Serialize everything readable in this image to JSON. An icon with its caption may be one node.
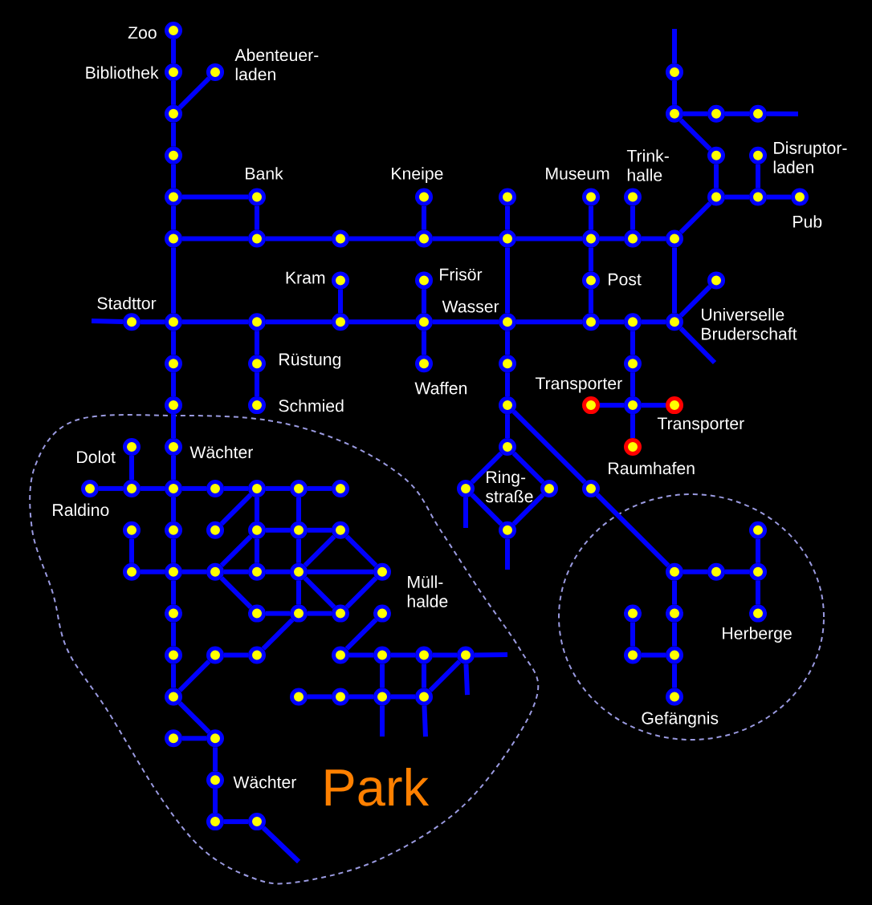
{
  "diagram": {
    "nodes": [
      {
        "text": [],
        "shape": "circle",
        "beside": [
          "Zoo"
        ]
      },
      {
        "text": [],
        "shape": "circle",
        "beside": [
          "Bibliothek"
        ]
      },
      {
        "text": [],
        "shape": "circle",
        "beside": [
          "Abenteuer- laden"
        ]
      },
      {
        "text": [],
        "shape": "circle"
      },
      {
        "text": [],
        "shape": "circle"
      },
      {
        "text": [],
        "shape": "circle"
      },
      {
        "text": [],
        "shape": "circle"
      },
      {
        "text": [],
        "shape": "circle"
      },
      {
        "text": [],
        "shape": "circle"
      },
      {
        "text": [],
        "shape": "circle"
      },
      {
        "text": [],
        "shape": "circle",
        "beside": [
          "Disruptor- laden"
        ]
      },
      {
        "text": [],
        "shape": "circle"
      },
      {
        "text": [],
        "shape": "circle",
        "beside": [
          "Bank"
        ]
      },
      {
        "text": [],
        "shape": "circle",
        "beside": [
          "Kneipe"
        ]
      },
      {
        "text": [],
        "shape": "circle"
      },
      {
        "text": [],
        "shape": "circle",
        "beside": [
          "Museum"
        ]
      },
      {
        "text": [],
        "shape": "circle",
        "beside": [
          "Trink- halle"
        ]
      },
      {
        "text": [],
        "shape": "circle"
      },
      {
        "text": [],
        "shape": "circle"
      },
      {
        "text": [],
        "shape": "circle",
        "beside": [
          "Pub"
        ]
      },
      {
        "text": [],
        "shape": "circle"
      },
      {
        "text": [],
        "shape": "circle"
      },
      {
        "text": [],
        "shape": "circle"
      },
      {
        "text": [],
        "shape": "circle"
      },
      {
        "text": [],
        "shape": "circle"
      },
      {
        "text": [],
        "shape": "circle"
      },
      {
        "text": [],
        "shape": "circle"
      },
      {
        "text": [],
        "shape": "circle"
      },
      {
        "text": [],
        "shape": "circle",
        "beside": [
          "Kram"
        ]
      },
      {
        "text": [],
        "shape": "circle",
        "beside": [
          "Frisör"
        ]
      },
      {
        "text": [],
        "shape": "circle",
        "beside": [
          "Post"
        ]
      },
      {
        "text": [],
        "shape": "circle",
        "beside": [
          "Universelle Bruderschaft"
        ]
      },
      {
        "text": [],
        "shape": "circle",
        "beside": [
          "Stadttor"
        ]
      },
      {
        "text": [],
        "shape": "circle"
      },
      {
        "text": [],
        "shape": "circle"
      },
      {
        "text": [],
        "shape": "circle"
      },
      {
        "text": [],
        "shape": "circle"
      },
      {
        "text": [],
        "shape": "circle",
        "beside": [
          "Wasser"
        ]
      },
      {
        "text": [],
        "shape": "circle"
      },
      {
        "text": [],
        "shape": "circle"
      },
      {
        "text": [],
        "shape": "circle"
      },
      {
        "text": [],
        "shape": "circle"
      },
      {
        "text": [],
        "shape": "circle",
        "beside": [
          "Rüstung"
        ]
      },
      {
        "text": [],
        "shape": "circle",
        "beside": [
          "Waffen"
        ]
      },
      {
        "text": [],
        "shape": "circle"
      },
      {
        "text": [],
        "shape": "circle"
      },
      {
        "text": [],
        "shape": "circle"
      },
      {
        "text": [],
        "shape": "circle",
        "beside": [
          "Schmied"
        ]
      },
      {
        "text": [],
        "shape": "circle"
      },
      {
        "text": [],
        "shape": "circle",
        "beside": [
          "Transporter"
        ]
      },
      {
        "text": [],
        "shape": "circle"
      },
      {
        "text": [],
        "shape": "circle",
        "beside": [
          "Transporter"
        ]
      },
      {
        "text": [
          "Park"
        ]
      },
      {
        "text": [],
        "shape": "circle",
        "beside": [
          "Dolot"
        ],
        "in": 52
      },
      {
        "text": [],
        "shape": "circle",
        "beside": [
          "Wächter"
        ],
        "in": 52
      },
      {
        "text": [],
        "shape": "circle"
      },
      {
        "text": [],
        "shape": "circle",
        "beside": [
          "Raumhafen"
        ]
      },
      {
        "text": [],
        "shape": "circle",
        "beside": [
          "Raldino"
        ],
        "in": 52
      },
      {
        "text": [],
        "shape": "circle",
        "in": 52
      },
      {
        "text": [],
        "shape": "circle",
        "in": 52
      },
      {
        "text": [],
        "shape": "circle",
        "in": 52
      },
      {
        "text": [],
        "shape": "circle",
        "in": 52
      },
      {
        "text": [],
        "shape": "circle",
        "in": 52
      },
      {
        "text": [],
        "shape": "circle",
        "in": 52
      },
      {
        "text": [],
        "shape": "circle"
      },
      {
        "text": [],
        "shape": "circle"
      },
      {
        "text": [],
        "shape": "circle"
      },
      {
        "text": [],
        "shape": "circle"
      },
      {
        "text": [],
        "shape": "circle",
        "in": 52
      },
      {
        "text": [],
        "shape": "circle",
        "in": 52
      },
      {
        "text": [],
        "shape": "circle",
        "in": 52
      },
      {
        "text": [],
        "shape": "circle",
        "in": 52
      },
      {
        "text": [],
        "shape": "circle",
        "in": 52
      },
      {
        "text": [],
        "shape": "circle",
        "in": 52
      },
      {
        "text": [],
        "shape": "circle"
      },
      {
        "text": [],
        "shape": "circle",
        "in": 67
      },
      {
        "text": [],
        "shape": "circle",
        "in": 52
      },
      {
        "text": [],
        "shape": "circle",
        "in": 52
      },
      {
        "text": [],
        "shape": "circle",
        "in": 52
      },
      {
        "text": [],
        "shape": "circle",
        "in": 52
      },
      {
        "text": [],
        "shape": "circle",
        "in": 52
      },
      {
        "text": [],
        "shape": "circle",
        "beside": [
          "Müll- halde"
        ],
        "in": 52
      },
      {
        "text": [],
        "shape": "circle",
        "in": 67
      },
      {
        "text": [],
        "shape": "circle",
        "in": 67
      },
      {
        "text": [],
        "shape": "circle",
        "in": 67
      },
      {
        "text": [],
        "shape": "circle",
        "in": 52
      },
      {
        "text": [],
        "shape": "circle",
        "in": 52
      },
      {
        "text": [],
        "shape": "circle",
        "in": 52
      },
      {
        "text": [],
        "shape": "circle",
        "in": 52
      },
      {
        "text": [],
        "shape": "circle",
        "in": 52
      },
      {
        "text": [],
        "shape": "circle",
        "in": 67
      },
      {
        "text": [],
        "shape": "circle",
        "in": 67
      },
      {
        "text": [],
        "shape": "circle",
        "beside": [
          "Herberge"
        ],
        "in": 67
      },
      {
        "text": [],
        "shape": "circle",
        "in": 52
      },
      {
        "text": [],
        "shape": "circle",
        "in": 52
      },
      {
        "text": [],
        "shape": "circle",
        "in": 52
      },
      {
        "text": [],
        "shape": "circle",
        "in": 52
      },
      {
        "text": [],
        "shape": "circle",
        "in": 52
      },
      {
        "text": [],
        "shape": "circle",
        "in": 52
      },
      {
        "text": [],
        "shape": "circle",
        "in": 52
      },
      {
        "text": [],
        "shape": "circle",
        "in": 67
      },
      {
        "text": [],
        "shape": "circle",
        "in": 67
      },
      {
        "text": [],
        "shape": "circle",
        "in": 52
      },
      {
        "text": [],
        "shape": "circle",
        "in": 52
      },
      {
        "text": [],
        "shape": "circle",
        "in": 52
      },
      {
        "text": [],
        "shape": "circle",
        "in": 52
      },
      {
        "text": [],
        "shape": "circle",
        "in": 52
      },
      {
        "text": [],
        "shape": "circle",
        "beside": [
          "Gefängnis"
        ],
        "in": 67
      },
      {
        "text": [],
        "shape": "circle",
        "in": 52
      },
      {
        "text": [],
        "shape": "circle",
        "in": 52
      },
      {
        "text": [],
        "shape": "circle",
        "beside": [
          "Wächter"
        ],
        "in": 52
      },
      {
        "text": [],
        "shape": "circle",
        "in": 52
      },
      {
        "text": [],
        "shape": "circle",
        "in": 52
      }
    ],
    "edges": [
      {
        "from": 0,
        "to": 1,
        "arrow": "none"
      },
      {
        "from": 1,
        "to": 4,
        "arrow": "none"
      },
      {
        "from": 2,
        "to": 4,
        "arrow": "none"
      },
      {
        "from": 4,
        "to": 8,
        "arrow": "none"
      },
      {
        "from": 8,
        "to": 11,
        "arrow": "none"
      },
      {
        "from": 11,
        "to": 20,
        "arrow": "none"
      },
      {
        "from": 20,
        "to": 33,
        "arrow": "none"
      },
      {
        "from": 33,
        "to": 41,
        "arrow": "none"
      },
      {
        "from": 41,
        "to": 46,
        "arrow": "none"
      },
      {
        "from": 46,
        "to": 54,
        "arrow": "none"
      },
      {
        "from": 54,
        "to": 59,
        "arrow": "none"
      },
      {
        "from": 59,
        "to": 69,
        "arrow": "none"
      },
      {
        "from": 69,
        "to": 77,
        "arrow": "none"
      },
      {
        "from": 77,
        "to": 85,
        "arrow": "none"
      },
      {
        "from": 85,
        "to": 93,
        "arrow": "none"
      },
      {
        "from": 93,
        "to": 102,
        "arrow": "none"
      },
      {
        "from": null,
        "to": 3,
        "arrow": "none"
      },
      {
        "from": 3,
        "to": 5,
        "arrow": "none"
      },
      {
        "from": 5,
        "to": 6,
        "arrow": "none"
      },
      {
        "from": 6,
        "to": 7,
        "arrow": "none"
      },
      {
        "from": null,
        "to": 7,
        "arrow": "none"
      },
      {
        "from": 5,
        "to": 9,
        "arrow": "none"
      },
      {
        "from": 9,
        "to": 17,
        "arrow": "none"
      },
      {
        "from": 10,
        "to": 18,
        "arrow": "none"
      },
      {
        "from": 17,
        "to": 18,
        "arrow": "none"
      },
      {
        "from": 18,
        "to": 19,
        "arrow": "none"
      },
      {
        "from": 17,
        "to": 27,
        "arrow": "none"
      },
      {
        "from": 11,
        "to": 12,
        "arrow": "none"
      },
      {
        "from": 12,
        "to": 21,
        "arrow": "none"
      },
      {
        "from": 20,
        "to": 21,
        "arrow": "none"
      },
      {
        "from": 21,
        "to": 22,
        "arrow": "none"
      },
      {
        "from": 22,
        "to": 23,
        "arrow": "none"
      },
      {
        "from": 23,
        "to": 24,
        "arrow": "none"
      },
      {
        "from": 24,
        "to": 25,
        "arrow": "none"
      },
      {
        "from": 25,
        "to": 26,
        "arrow": "none"
      },
      {
        "from": 26,
        "to": 27,
        "arrow": "none"
      },
      {
        "from": 13,
        "to": 23,
        "arrow": "none"
      },
      {
        "from": 14,
        "to": 24,
        "arrow": "none"
      },
      {
        "from": 15,
        "to": 25,
        "arrow": "none"
      },
      {
        "from": 16,
        "to": 26,
        "arrow": "none"
      },
      {
        "from": 25,
        "to": 30,
        "arrow": "none"
      },
      {
        "from": 30,
        "to": 38,
        "arrow": "none"
      },
      {
        "from": 27,
        "to": 40,
        "arrow": "none"
      },
      {
        "from": 28,
        "to": 35,
        "arrow": "none"
      },
      {
        "from": 29,
        "to": 36,
        "arrow": "none"
      },
      {
        "from": null,
        "to": 32,
        "arrow": "none"
      },
      {
        "from": 32,
        "to": 33,
        "arrow": "none"
      },
      {
        "from": 33,
        "to": 34,
        "arrow": "none"
      },
      {
        "from": 34,
        "to": 35,
        "arrow": "none"
      },
      {
        "from": 35,
        "to": 36,
        "arrow": "none"
      },
      {
        "from": 36,
        "to": 37,
        "arrow": "none"
      },
      {
        "from": 37,
        "to": 38,
        "arrow": "none"
      },
      {
        "from": 38,
        "to": 39,
        "arrow": "none"
      },
      {
        "from": 39,
        "to": 40,
        "arrow": "none"
      },
      {
        "from": 40,
        "to": 31,
        "arrow": "none"
      },
      {
        "from": null,
        "to": 40,
        "arrow": "none"
      },
      {
        "from": 24,
        "to": 37,
        "arrow": "none"
      },
      {
        "from": 37,
        "to": 44,
        "arrow": "none"
      },
      {
        "from": 44,
        "to": 48,
        "arrow": "none"
      },
      {
        "from": 48,
        "to": 55,
        "arrow": "none"
      },
      {
        "from": 36,
        "to": 43,
        "arrow": "none"
      },
      {
        "from": 34,
        "to": 42,
        "arrow": "none"
      },
      {
        "from": 42,
        "to": 47,
        "arrow": "none"
      },
      {
        "from": 39,
        "to": 45,
        "arrow": "none"
      },
      {
        "from": 45,
        "to": 50,
        "arrow": "none"
      },
      {
        "from": 49,
        "to": 50,
        "arrow": "none"
      },
      {
        "from": 50,
        "to": 51,
        "arrow": "none"
      },
      {
        "from": 50,
        "to": 56,
        "arrow": "none"
      },
      {
        "from": 55,
        "to": 64,
        "arrow": "none"
      },
      {
        "from": 55,
        "to": 65,
        "arrow": "none"
      },
      {
        "from": 64,
        "to": 74,
        "arrow": "none"
      },
      {
        "from": 65,
        "to": 74,
        "arrow": "none"
      },
      {
        "from": null,
        "to": 64,
        "arrow": "none"
      },
      {
        "from": null,
        "to": 74,
        "arrow": "none"
      },
      {
        "from": 48,
        "to": 66,
        "arrow": "none"
      },
      {
        "from": 66,
        "to": 82,
        "arrow": "none"
      },
      {
        "from": 82,
        "to": 83,
        "arrow": "none"
      },
      {
        "from": 83,
        "to": 84,
        "arrow": "none"
      },
      {
        "from": 75,
        "to": 84,
        "arrow": "none"
      },
      {
        "from": 84,
        "to": 92,
        "arrow": "none"
      },
      {
        "from": 82,
        "to": 91,
        "arrow": "none"
      },
      {
        "from": 91,
        "to": 101,
        "arrow": "none"
      },
      {
        "from": 101,
        "to": 107,
        "arrow": "none"
      },
      {
        "from": 90,
        "to": 100,
        "arrow": "none"
      },
      {
        "from": 100,
        "to": 101,
        "arrow": "none"
      },
      {
        "from": 53,
        "to": 58,
        "arrow": "none"
      },
      {
        "from": 57,
        "to": 58,
        "arrow": "none"
      },
      {
        "from": 58,
        "to": 59,
        "arrow": "none"
      },
      {
        "from": 59,
        "to": 60,
        "arrow": "none"
      },
      {
        "from": 60,
        "to": 61,
        "arrow": "none"
      },
      {
        "from": 61,
        "to": 62,
        "arrow": "none"
      },
      {
        "from": 62,
        "to": 63,
        "arrow": "none"
      },
      {
        "from": 70,
        "to": 61,
        "arrow": "none"
      },
      {
        "from": 61,
        "to": 71,
        "arrow": "none"
      },
      {
        "from": 71,
        "to": 79,
        "arrow": "none"
      },
      {
        "from": 62,
        "to": 72,
        "arrow": "none"
      },
      {
        "from": 72,
        "to": 80,
        "arrow": "none"
      },
      {
        "from": 80,
        "to": 87,
        "arrow": "none"
      },
      {
        "from": 71,
        "to": 72,
        "arrow": "none"
      },
      {
        "from": 72,
        "to": 73,
        "arrow": "none"
      },
      {
        "from": 73,
        "to": 81,
        "arrow": "none"
      },
      {
        "from": 73,
        "to": 80,
        "arrow": "none"
      },
      {
        "from": 80,
        "to": 88,
        "arrow": "none"
      },
      {
        "from": 81,
        "to": 88,
        "arrow": "none"
      },
      {
        "from": 68,
        "to": 76,
        "arrow": "none"
      },
      {
        "from": 76,
        "to": 77,
        "arrow": "none"
      },
      {
        "from": 77,
        "to": 78,
        "arrow": "none"
      },
      {
        "from": 78,
        "to": 79,
        "arrow": "none"
      },
      {
        "from": 79,
        "to": 80,
        "arrow": "none"
      },
      {
        "from": 80,
        "to": 81,
        "arrow": "none"
      },
      {
        "from": 71,
        "to": 78,
        "arrow": "none"
      },
      {
        "from": 78,
        "to": 86,
        "arrow": "none"
      },
      {
        "from": 86,
        "to": 87,
        "arrow": "none"
      },
      {
        "from": 87,
        "to": 88,
        "arrow": "none"
      },
      {
        "from": 89,
        "to": 96,
        "arrow": "none"
      },
      {
        "from": 87,
        "to": 95,
        "arrow": "none"
      },
      {
        "from": 94,
        "to": 95,
        "arrow": "none"
      },
      {
        "from": 96,
        "to": 97,
        "arrow": "none"
      },
      {
        "from": 97,
        "to": 98,
        "arrow": "none"
      },
      {
        "from": 98,
        "to": 99,
        "arrow": "none"
      },
      {
        "from": null,
        "to": 99,
        "arrow": "none"
      },
      {
        "from": 102,
        "to": 94,
        "arrow": "none"
      },
      {
        "from": 103,
        "to": 104,
        "arrow": "none"
      },
      {
        "from": 104,
        "to": 105,
        "arrow": "none"
      },
      {
        "from": 105,
        "to": 106,
        "arrow": "none"
      },
      {
        "from": 97,
        "to": 105,
        "arrow": "none"
      },
      {
        "from": null,
        "to": 105,
        "arrow": "none"
      },
      {
        "from": 98,
        "to": 106,
        "arrow": "none"
      },
      {
        "from": null,
        "to": 106,
        "arrow": "none"
      },
      {
        "from": 106,
        "to": 99,
        "arrow": "none"
      },
      {
        "from": null,
        "to": 99,
        "arrow": "none"
      },
      {
        "from": 102,
        "to": 109,
        "arrow": "none"
      },
      {
        "from": 108,
        "to": 109,
        "arrow": "none"
      },
      {
        "from": 109,
        "to": 110,
        "arrow": "none"
      },
      {
        "from": 110,
        "to": 111,
        "arrow": "none"
      },
      {
        "from": 111,
        "to": 112,
        "arrow": "none"
      },
      {
        "from": null,
        "to": 112,
        "arrow": "none"
      }
    ],
    "labels": [
      "Ring- straße"
    ]
  }
}
